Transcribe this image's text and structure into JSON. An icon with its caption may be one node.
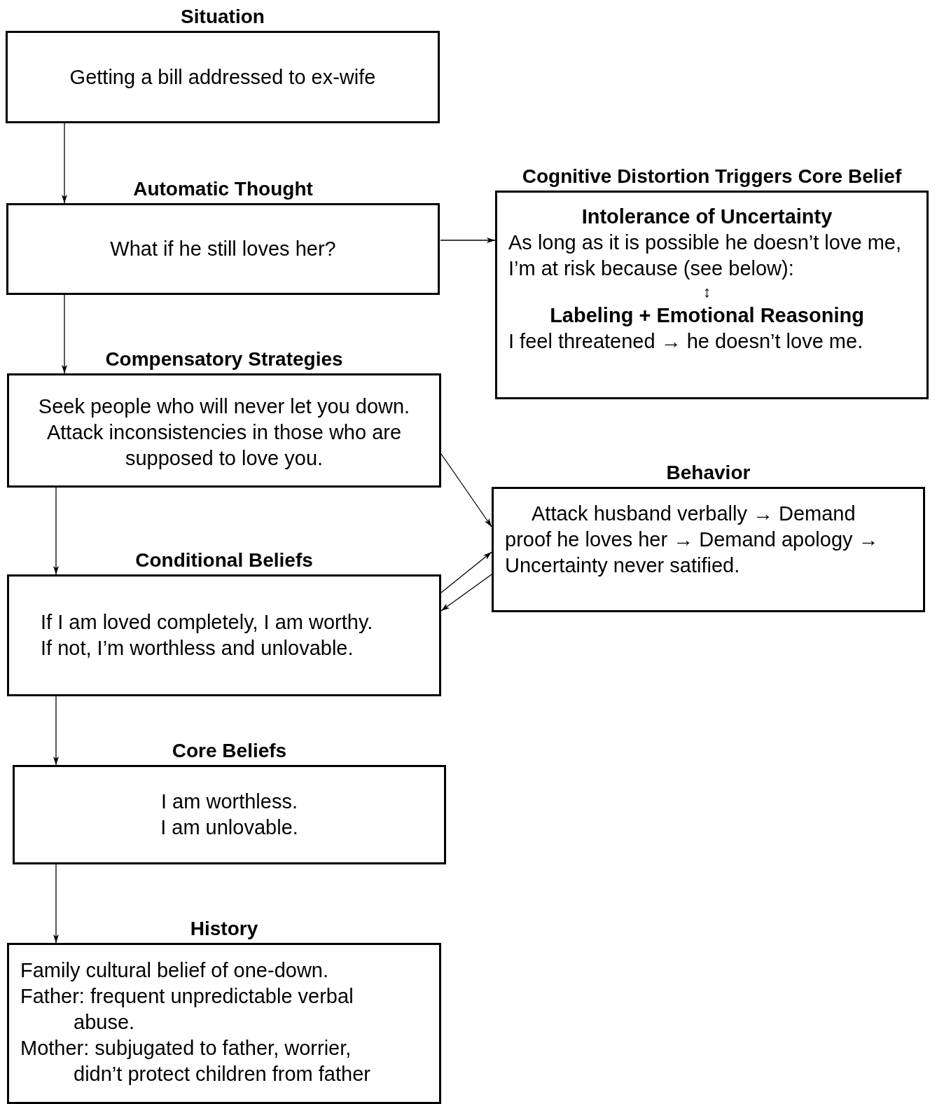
{
  "diagram": {
    "nodes": [
      {
        "text": [
          "Situation",
          "Getting a bill addressed to ex-wife"
        ]
      },
      {
        "text": [
          "Automatic Thought",
          "What if he still loves her?"
        ]
      },
      {
        "text": [
          "Cognitive Distortion Triggers Core Belief",
          "Intolerance of Uncertainty",
          "As long as it is possible he doesn’t love me, I’m at risk because (see below):",
          "↕",
          "Labeling + Emotional Reasoning",
          "I feel threatened → he doesn’t love me."
        ]
      },
      {
        "text": [
          "Compensatory Strategies",
          "Seek people who will never let you down.",
          "Attack inconsistencies in those who are supposed to love you."
        ]
      },
      {
        "text": [
          "Behavior",
          "Attack husband verbally → Demand proof he loves her → Demand apology → Uncertainty never satified."
        ]
      },
      {
        "text": [
          "Conditional Beliefs",
          "If I am loved completely, I am worthy.",
          "If not, I’m worthless and unlovable."
        ]
      },
      {
        "text": [
          "Core Beliefs",
          "I am worthless.",
          "I am unlovable."
        ]
      },
      {
        "text": [
          "History",
          "Family cultural belief of one-down.",
          "Father: frequent unpredictable verbal abuse.",
          "Mother: subjugated to father, worrier, didn’t protect children from father"
        ]
      }
    ],
    "edges": [
      {
        "from": 0,
        "to": 1,
        "arrow": "to"
      },
      {
        "from": 1,
        "to": 2,
        "arrow": "to"
      },
      {
        "from": 1,
        "to": 3,
        "arrow": "to"
      },
      {
        "from": 3,
        "to": 4,
        "arrow": "to"
      },
      {
        "from": 5,
        "to": 4,
        "arrow": "to"
      },
      {
        "from": 4,
        "to": 5,
        "arrow": "to"
      },
      {
        "from": 3,
        "to": 5,
        "arrow": "to"
      },
      {
        "from": 5,
        "to": 6,
        "arrow": "to"
      },
      {
        "from": 6,
        "to": 7,
        "arrow": "to"
      }
    ]
  }
}
